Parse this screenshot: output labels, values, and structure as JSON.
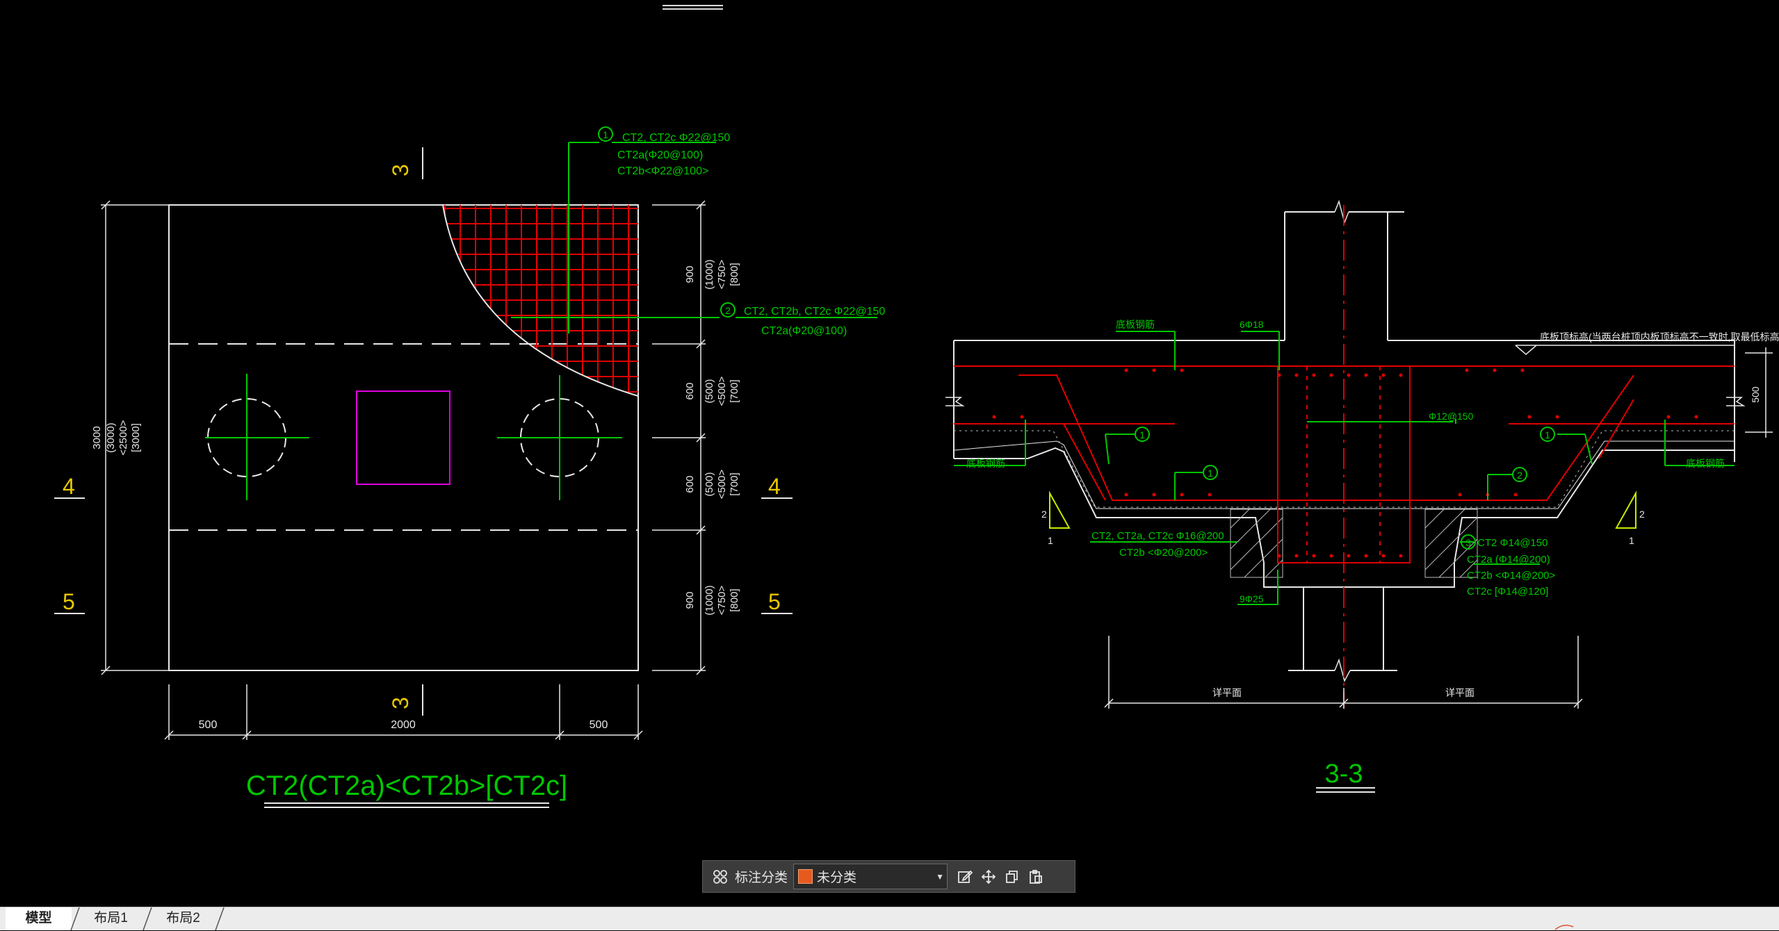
{
  "drawing": {
    "plan": {
      "title": "CT2(CT2a)<CT2b>[CT2c]",
      "section_marks": {
        "top": "3",
        "bottom": "3",
        "left_upper": "4",
        "left_lower": "5",
        "right_upper": "4",
        "right_lower": "5"
      },
      "dims_bottom": [
        "500",
        "2000",
        "500"
      ],
      "dim_left": "3000",
      "dim_left_alt1": "(3000)",
      "dim_left_alt2": "<2500>",
      "dim_left_alt3": "[3000]",
      "dims_right": [
        {
          "main": "900",
          "a": "(1000)",
          "b": "<750>",
          "c": "[800]"
        },
        {
          "main": "600",
          "a": "(500)",
          "b": "<500>",
          "c": "[700]"
        },
        {
          "main": "600",
          "a": "(500)",
          "b": "<500>",
          "c": "[700]"
        },
        {
          "main": "900",
          "a": "(1000)",
          "b": "<750>",
          "c": "[800]"
        }
      ],
      "callout1": {
        "num": "1",
        "l1": "CT2, CT2c Φ22@150",
        "l2": "CT2a(Φ20@100)",
        "l3": "CT2b<Φ22@100>"
      },
      "callout2": {
        "num": "2",
        "l1": "CT2, CT2b, CT2c Φ22@150",
        "l2": "CT2a(Φ20@100)"
      }
    },
    "section": {
      "title": "3-3",
      "top_right_note": "底板顶标高(当两台桩顶内板顶标高不一致时,取最低标高)",
      "label_top_left": "底板钢筋",
      "label_6d18": "6Φ18",
      "label_phi12": "Φ12@150",
      "label_left_lower": "底板钢筋",
      "label_right_lower": "底板钢筋",
      "dim_500": "500",
      "callout_left_l1": "CT2, CT2a, CT2c Φ16@200",
      "callout_left_l2": "CT2b <Φ20@200>",
      "callout3": {
        "num": "3",
        "l1": "CT2 Φ14@150",
        "l2": "CT2a (Φ14@200)",
        "l3": "CT2b <Φ14@200>",
        "l4": "CT2c [Φ14@120]"
      },
      "label_9d25": "9Φ25",
      "circle_1": "1",
      "circle_2": "2",
      "slope_v": "2",
      "slope_h": "1",
      "dim_bottom_left": "详平面",
      "dim_bottom_right": "详平面"
    }
  },
  "toolbar": {
    "label": "标注分类",
    "selected": "未分类",
    "swatch_color": "#e65a1e"
  },
  "tabs": [
    "模型",
    "布局1",
    "布局2"
  ]
}
